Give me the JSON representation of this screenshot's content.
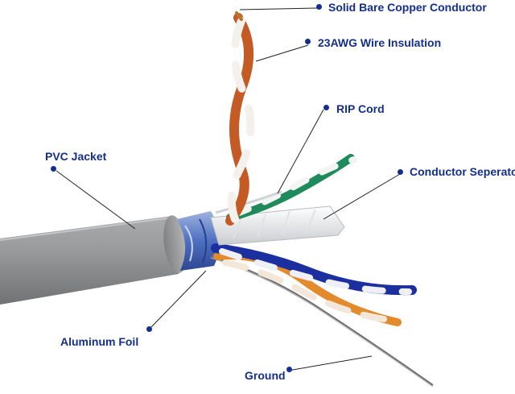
{
  "labels": {
    "copper": "Solid Bare Copper Conductor",
    "insulation": "23AWG Wire Insulation",
    "rip": "RIP Cord",
    "pvc": "PVC Jacket",
    "separator": "Conductor Seperator",
    "foil": "Aluminum Foil",
    "ground": "Ground"
  },
  "colors": {
    "label": "#142e8c",
    "jacket": "#8a8c8e",
    "foil": "#5a7bc4",
    "orange": "#c45a24",
    "green": "#1f8a5c",
    "blue": "#1b2f9e",
    "light_orange": "#e28a2c"
  }
}
